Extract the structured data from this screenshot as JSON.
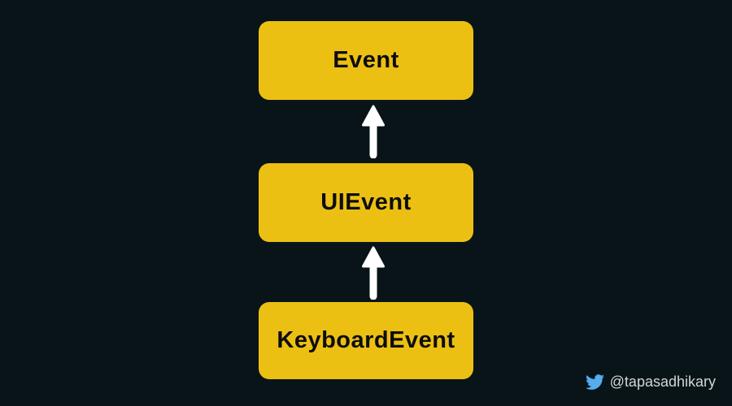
{
  "diagram": {
    "type": "hierarchy",
    "description": "DOM event interface inheritance chain, arrows pointing upward to parent interface",
    "nodes": [
      {
        "label": "Event"
      },
      {
        "label": "UIEvent"
      },
      {
        "label": "KeyboardEvent"
      }
    ],
    "edges": [
      {
        "from": "UIEvent",
        "to": "Event",
        "direction": "up"
      },
      {
        "from": "KeyboardEvent",
        "to": "UIEvent",
        "direction": "up"
      }
    ],
    "colors": {
      "background": "#081418",
      "node_fill": "#ECC013",
      "node_text": "#0D0D0D",
      "arrow": "#FFFFFF"
    }
  },
  "attribution": {
    "handle": "@tapasadhikary",
    "icon": "twitter-bird-icon",
    "icon_color": "#55ACEE",
    "text_color": "#D3D6D7"
  }
}
